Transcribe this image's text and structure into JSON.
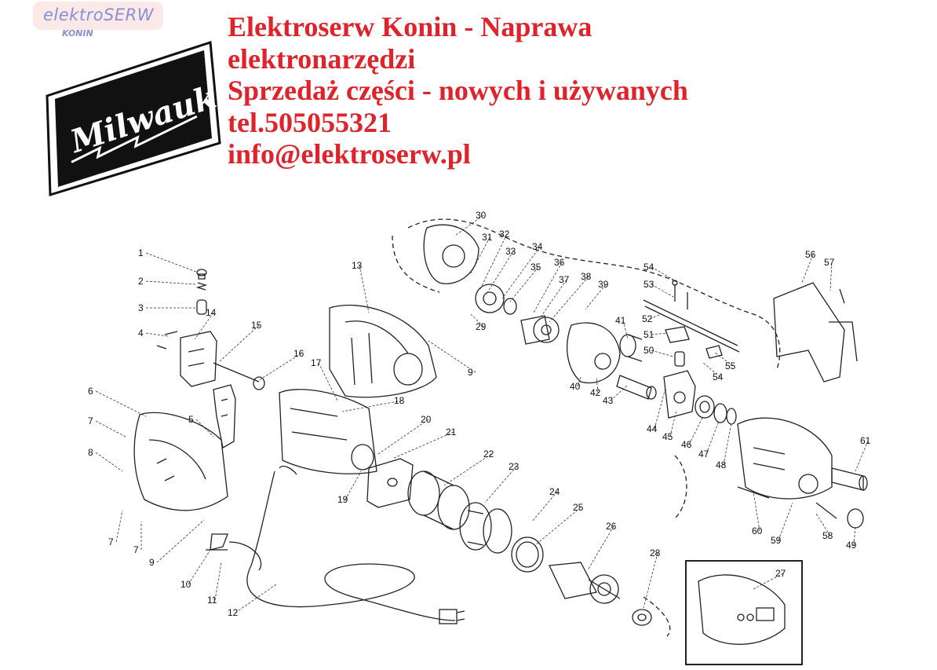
{
  "watermark": {
    "text": "elektroSERW",
    "subtext": "KONIN"
  },
  "header": {
    "lines": [
      "Elektroserw Konin - Naprawa",
      "elektronarzędzi",
      "Sprzedaż części - nowych i używanych",
      "tel.505055321",
      "info@elektroserw.pl"
    ],
    "color": "#e0222b"
  },
  "logo": {
    "text": "Milwaukee"
  },
  "diagram": {
    "part_numbers": [
      "1",
      "2",
      "3",
      "4",
      "5",
      "6",
      "7",
      "7",
      "7",
      "8",
      "9",
      "9",
      "10",
      "11",
      "12",
      "13",
      "14",
      "15",
      "16",
      "17",
      "18",
      "19",
      "20",
      "21",
      "22",
      "23",
      "24",
      "25",
      "26",
      "27",
      "28",
      "29",
      "30",
      "31",
      "32",
      "33",
      "34",
      "35",
      "36",
      "37",
      "38",
      "39",
      "40",
      "41",
      "42",
      "43",
      "44",
      "45",
      "46",
      "47",
      "48",
      "49",
      "50",
      "51",
      "52",
      "53",
      "54",
      "54",
      "55",
      "56",
      "57",
      "58",
      "59",
      "60",
      "61"
    ]
  }
}
